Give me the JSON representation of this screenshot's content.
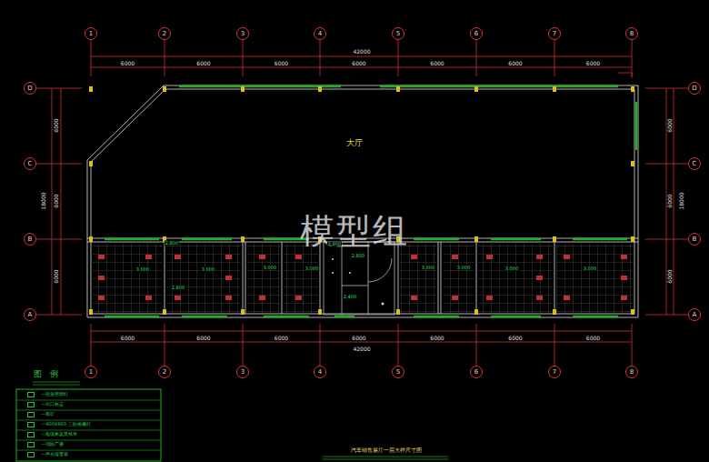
{
  "diagram": {
    "caption": "汽车销售展厅一层大样尺寸图",
    "nodes": [
      {
        "text": [
          "1"
        ]
      },
      {
        "text": [
          "2"
        ]
      },
      {
        "text": [
          "3"
        ]
      },
      {
        "text": [
          "4"
        ]
      },
      {
        "text": [
          "5"
        ]
      },
      {
        "text": [
          "6"
        ]
      },
      {
        "text": [
          "7"
        ]
      },
      {
        "text": [
          "8"
        ]
      },
      {
        "text": [
          "D"
        ]
      },
      {
        "text": [
          "C"
        ]
      },
      {
        "text": [
          "B"
        ]
      },
      {
        "text": [
          "A"
        ]
      },
      {
        "text": [
          "D"
        ]
      },
      {
        "text": [
          "C"
        ]
      },
      {
        "text": [
          "B"
        ]
      },
      {
        "text": [
          "A"
        ]
      },
      {
        "text": [
          "1"
        ]
      },
      {
        "text": [
          "2"
        ]
      },
      {
        "text": [
          "3"
        ]
      },
      {
        "text": [
          "4"
        ]
      },
      {
        "text": [
          "5"
        ]
      },
      {
        "text": [
          "6"
        ]
      },
      {
        "text": [
          "7"
        ]
      },
      {
        "text": [
          "8"
        ]
      }
    ],
    "labels": [
      "大厅",
      "模型组",
      "2.800",
      "3.000",
      "3.000",
      "2.800",
      "3.000",
      "3.000",
      "2.800",
      "2.800",
      "2.400",
      "3.000",
      "3.000",
      "3.000",
      "3.000",
      "图　例",
      "42000",
      "6000",
      "6000",
      "6000",
      "6000",
      "6000",
      "6000",
      "6000",
      "42000",
      "6000",
      "6000",
      "6000",
      "6000",
      "6000",
      "6000",
      "6000",
      "18000",
      "6000",
      "6000",
      "6000",
      "18000",
      "6000",
      "6000",
      "6000"
    ],
    "legend": [
      {
        "text": "---应急照明灯"
      },
      {
        "text": "---出口标志"
      },
      {
        "text": "---筒灯"
      },
      {
        "text": "---600X600 三防格栅灯"
      },
      {
        "text": "---电缆桥架及线管"
      },
      {
        "text": "---消防广播"
      },
      {
        "text": "---声光报警器"
      }
    ]
  }
}
